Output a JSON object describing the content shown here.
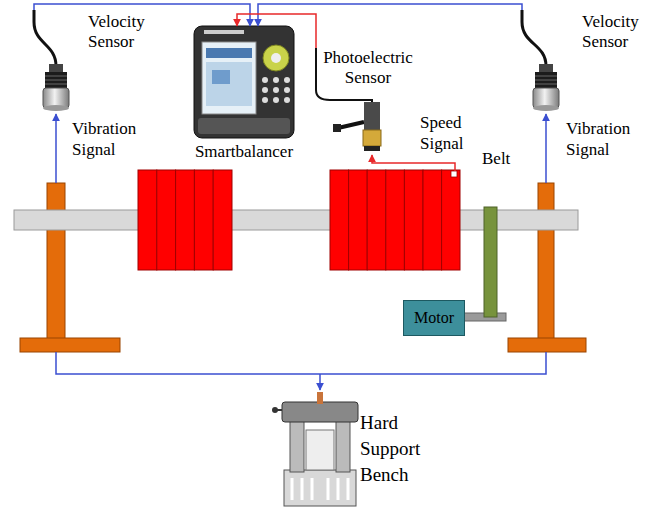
{
  "diagram": {
    "nodes": [
      {
        "text": [
          "Velocity Sensor"
        ]
      },
      {
        "text": [
          "Smartbalancer"
        ]
      },
      {
        "text": [
          "Photoelectric Sensor"
        ]
      },
      {
        "text": [
          "Velocity Sensor"
        ]
      },
      {
        "text": [
          "Motor"
        ]
      }
    ],
    "edges": [
      {
        "from": 0,
        "to": 1,
        "arrow": "to"
      },
      {
        "from": 3,
        "to": 1,
        "arrow": "to"
      },
      {
        "from": 2,
        "to": 1,
        "arrow": "to"
      }
    ],
    "labels": [
      "Vibration Signal",
      "Speed Signal",
      "Belt",
      "Vibration Signal",
      "Hard Support Bench"
    ]
  }
}
